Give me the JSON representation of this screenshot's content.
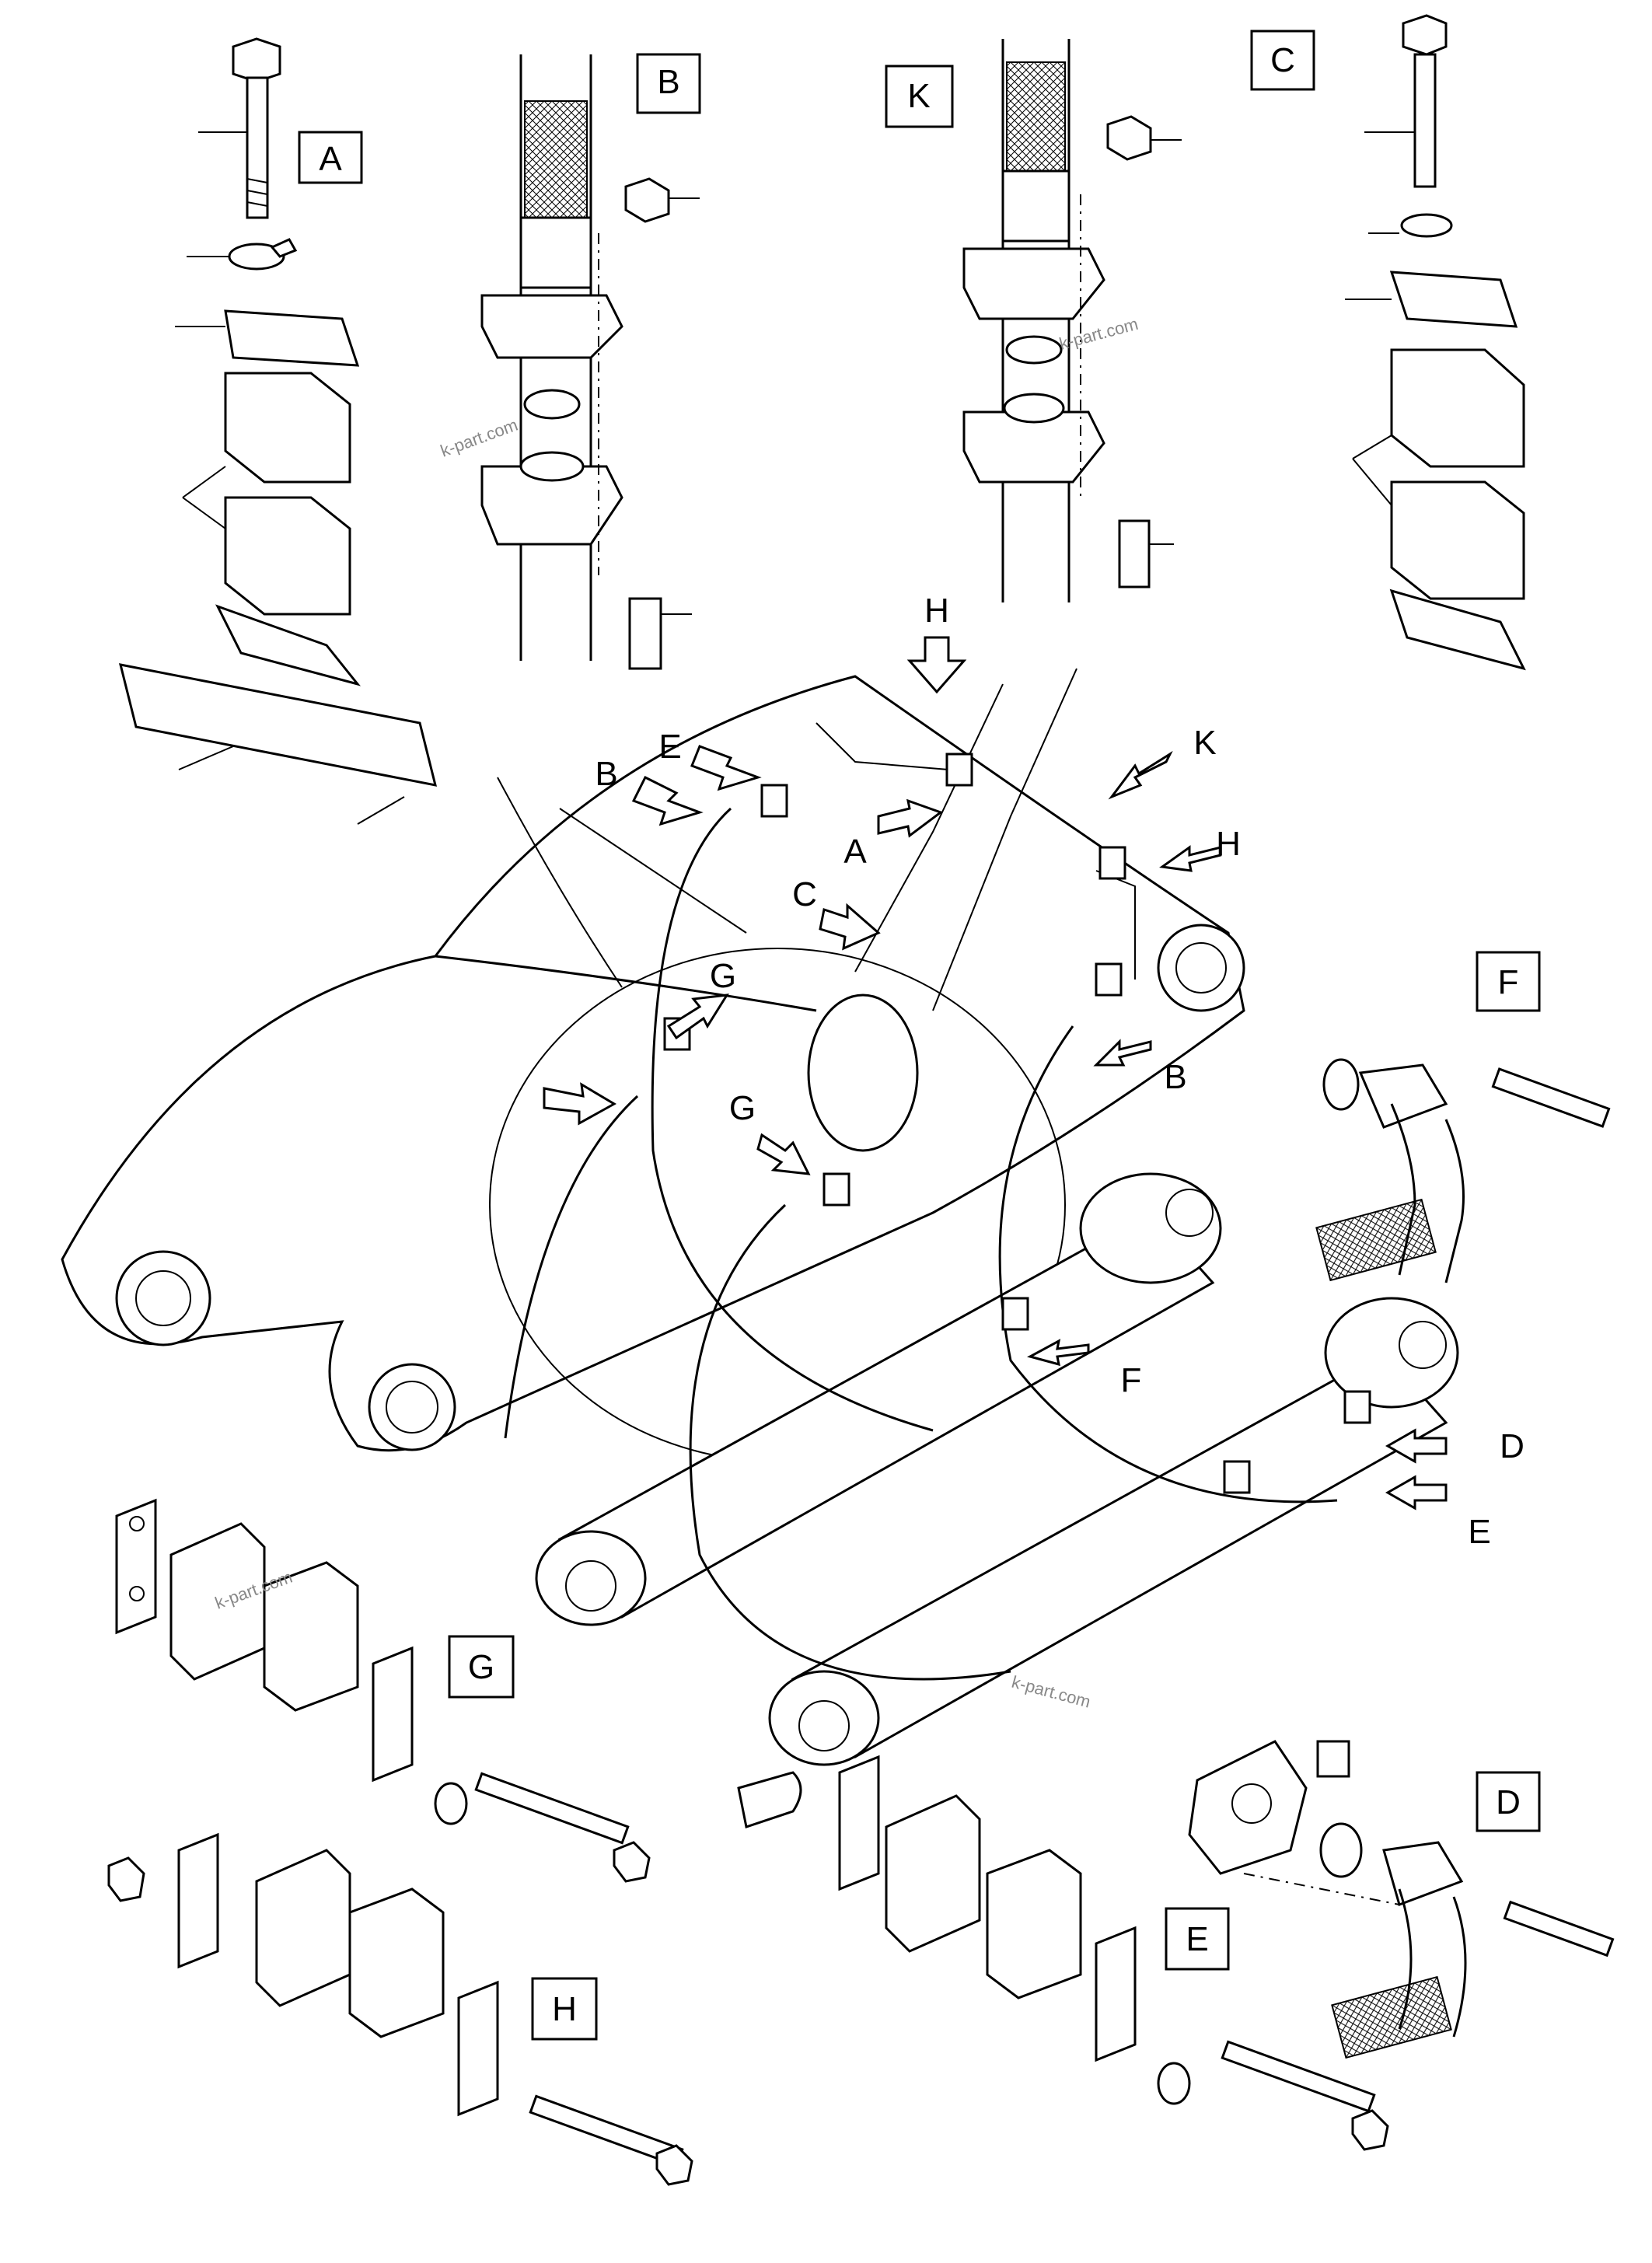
{
  "callouts": {
    "A": "A",
    "B": "B",
    "C": "C",
    "D": "D",
    "E": "E",
    "F": "F",
    "G": "G",
    "H": "H",
    "K": "K"
  },
  "watermark": "k-part.com"
}
